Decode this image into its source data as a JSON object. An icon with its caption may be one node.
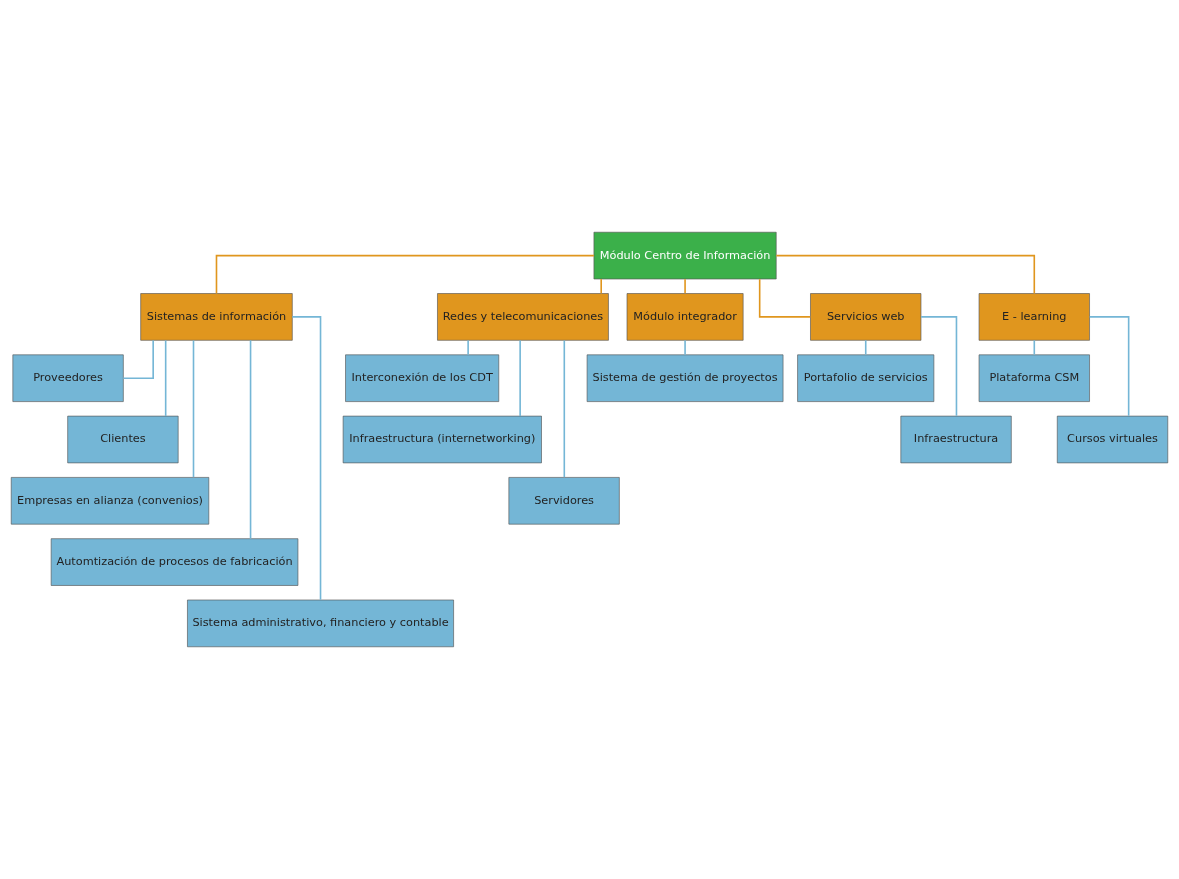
{
  "diagram": {
    "nodes": [
      {
        "text": [
          "Módulo Centro de Información"
        ]
      },
      {
        "text": [
          "Sistemas de información"
        ]
      },
      {
        "text": [
          "Redes y telecomunicaciones"
        ]
      },
      {
        "text": [
          "Módulo integrador"
        ]
      },
      {
        "text": [
          "Servicios web"
        ]
      },
      {
        "text": [
          "E - learning"
        ]
      },
      {
        "text": [
          "Proveedores"
        ]
      },
      {
        "text": [
          "Clientes"
        ]
      },
      {
        "text": [
          "Empresas en alianza (convenios)"
        ]
      },
      {
        "text": [
          "Automtización de procesos de fabricación"
        ]
      },
      {
        "text": [
          "Sistema administrativo, financiero y contable"
        ]
      },
      {
        "text": [
          "Interconexión de los CDT"
        ]
      },
      {
        "text": [
          "Infraestructura (internetworking)"
        ]
      },
      {
        "text": [
          "Servidores"
        ]
      },
      {
        "text": [
          "Sistema de gestión de proyectos"
        ]
      },
      {
        "text": [
          "Portafolio de servicios"
        ]
      },
      {
        "text": [
          "Infraestructura"
        ]
      },
      {
        "text": [
          "Plataforma CSM"
        ]
      },
      {
        "text": [
          "Cursos virtuales"
        ]
      }
    ],
    "edges": [
      {
        "from": 0,
        "to": 1,
        "arrow": "none",
        "color": "#e0961e"
      },
      {
        "from": 0,
        "to": 2,
        "arrow": "none",
        "color": "#e0961e"
      },
      {
        "from": 0,
        "to": 3,
        "arrow": "none",
        "color": "#e0961e"
      },
      {
        "from": 0,
        "to": 4,
        "arrow": "none",
        "color": "#e0961e"
      },
      {
        "from": 0,
        "to": 5,
        "arrow": "none",
        "color": "#e0961e"
      },
      {
        "from": 1,
        "to": 6,
        "arrow": "none"
      },
      {
        "from": 1,
        "to": 7,
        "arrow": "none"
      },
      {
        "from": 1,
        "to": 8,
        "arrow": "none"
      },
      {
        "from": 1,
        "to": 9,
        "arrow": "none"
      },
      {
        "from": 1,
        "to": 10,
        "arrow": "none"
      },
      {
        "from": 2,
        "to": 11,
        "arrow": "none"
      },
      {
        "from": 2,
        "to": 12,
        "arrow": "none"
      },
      {
        "from": 2,
        "to": 13,
        "arrow": "none"
      },
      {
        "from": 3,
        "to": 14,
        "arrow": "none"
      },
      {
        "from": 4,
        "to": 15,
        "arrow": "none"
      },
      {
        "from": 4,
        "to": 16,
        "arrow": "none"
      },
      {
        "from": 5,
        "to": 17,
        "arrow": "none"
      },
      {
        "from": 5,
        "to": 18,
        "arrow": "none"
      }
    ]
  }
}
